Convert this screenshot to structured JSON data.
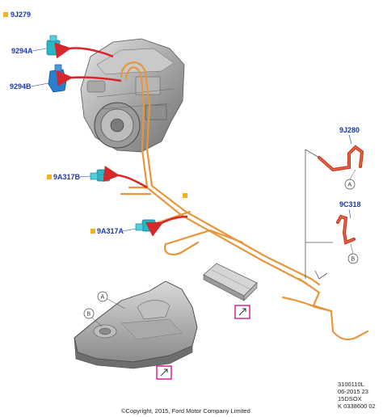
{
  "labels": {
    "top_ref": "9J279",
    "sensor_a": "9294A",
    "sensor_b": "9294B",
    "valve_b": "9A317B",
    "valve_a": "9A317A",
    "pipe_upper": "9J280",
    "pipe_lower": "9C318"
  },
  "callouts": {
    "a": "A",
    "b": "B"
  },
  "footer": {
    "line1": "3100110L",
    "line2": "06-2015 23",
    "line3": "15DSOX",
    "line4": "K 0338600 02",
    "copyright": "©Copyright, 2015, Ford Motor Company Limited"
  },
  "colors": {
    "label_blue": "#1a3aa8",
    "marker_yellow": "#f2b21b",
    "arrow_red": "#d8262a",
    "pipe_orange": "#e8963c",
    "part_cyan": "#2ab6c4",
    "view_magenta": "#d6249a"
  }
}
